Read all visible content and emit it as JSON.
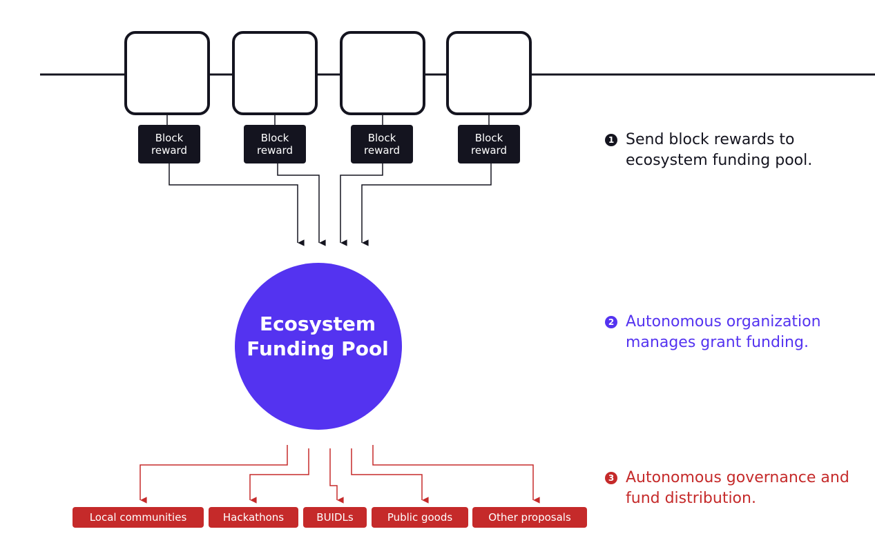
{
  "colors": {
    "chain": "#14141f",
    "pool": "#5433f0",
    "distribution": "#c52a2a",
    "background": "#ffffff"
  },
  "blocks": [
    {
      "reward_line1": "Block",
      "reward_line2": "reward"
    },
    {
      "reward_line1": "Block",
      "reward_line2": "reward"
    },
    {
      "reward_line1": "Block",
      "reward_line2": "reward"
    },
    {
      "reward_line1": "Block",
      "reward_line2": "reward"
    }
  ],
  "pool": {
    "line1": "Ecosystem",
    "line2": "Funding Pool"
  },
  "targets": [
    "Local communities",
    "Hackathons",
    "BUIDLs",
    "Public goods",
    "Other proposals"
  ],
  "steps": [
    {
      "number": "1",
      "text": "Send block rewards to ecosystem funding pool."
    },
    {
      "number": "2",
      "text": "Autonomous organization manages grant funding."
    },
    {
      "number": "3",
      "text": "Autonomous governance and fund distribution."
    }
  ]
}
